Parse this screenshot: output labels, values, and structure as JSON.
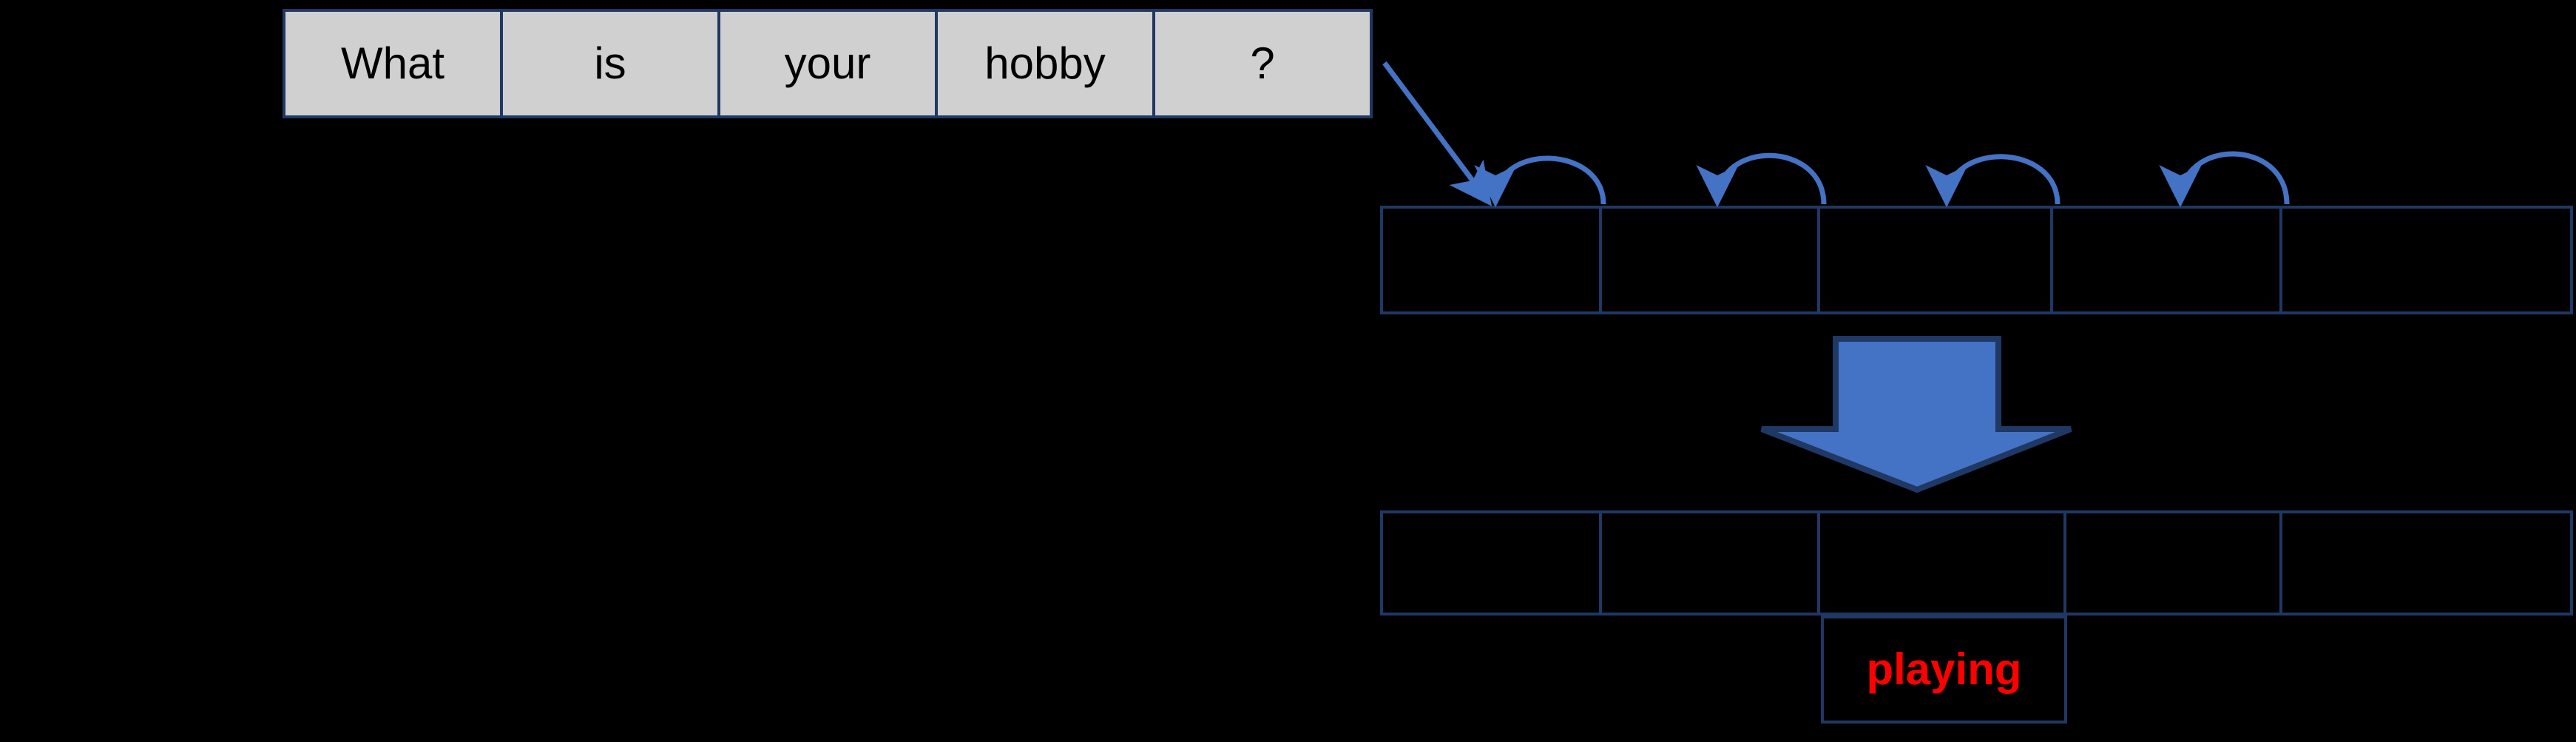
{
  "diagram": {
    "title": "Sequence-to-sequence decoding illustration",
    "background_color": "#000000",
    "border_color": "#1F3864",
    "cell_fill_source": "#D0D0D0",
    "cell_fill_empty": "#000000",
    "arrow_color": "#4472C4",
    "arrow_outline_color": "#1F3864",
    "output_text_color": "#FF0000"
  },
  "source_table": {
    "name": "input-sentence-row",
    "cells": [
      {
        "label": "What"
      },
      {
        "label": "is"
      },
      {
        "label": "your"
      },
      {
        "label": "hobby"
      },
      {
        "label": "?"
      }
    ]
  },
  "encoder_table": {
    "name": "encoder-state-row",
    "cells": [
      {
        "label": ""
      },
      {
        "label": ""
      },
      {
        "label": ""
      },
      {
        "label": ""
      },
      {
        "label": ""
      }
    ]
  },
  "decoder_table": {
    "name": "decoder-state-row",
    "cells": [
      {
        "label": ""
      },
      {
        "label": ""
      },
      {
        "label": ""
      },
      {
        "label": ""
      },
      {
        "label": ""
      }
    ]
  },
  "output_cell": {
    "name": "predicted-word-cell",
    "label": "playing"
  },
  "connectors": {
    "feed_line": {
      "name": "source-to-encoder-line",
      "kind": "straight-arrow"
    },
    "hop_arcs": [
      {
        "name": "encoder-hop-arc-1",
        "kind": "arc-arrow"
      },
      {
        "name": "encoder-hop-arc-2",
        "kind": "arc-arrow"
      },
      {
        "name": "encoder-hop-arc-3",
        "kind": "arc-arrow"
      },
      {
        "name": "encoder-hop-arc-4",
        "kind": "arc-arrow"
      }
    ],
    "block_arrow": {
      "name": "encoder-to-decoder-block-arrow",
      "kind": "down-block-arrow"
    }
  }
}
